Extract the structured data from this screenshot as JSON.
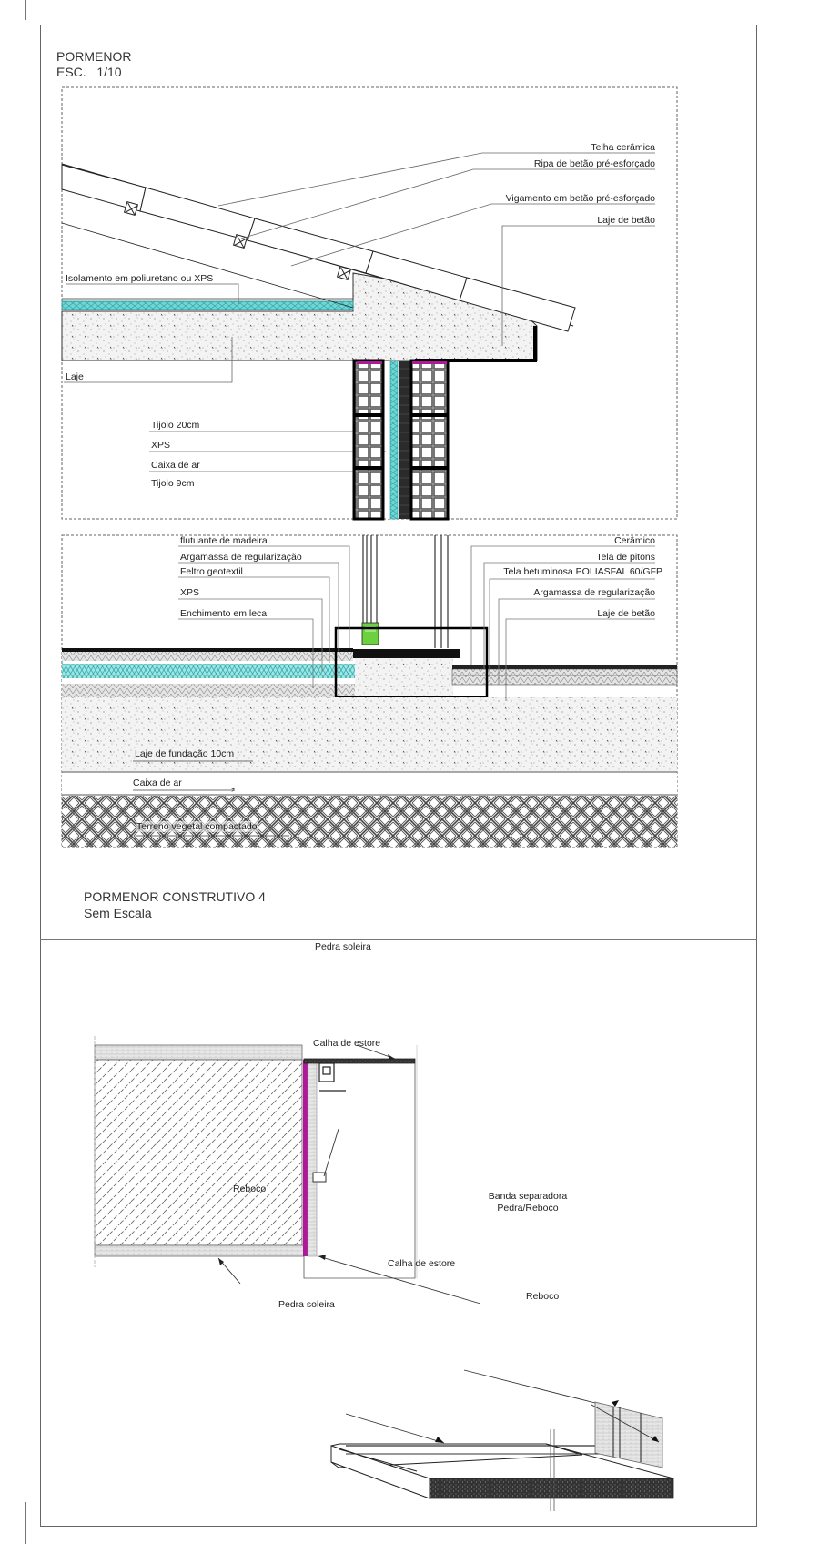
{
  "detail1": {
    "title": "PORMENOR",
    "scale": "ESC.   1/10",
    "roof_labels": {
      "telha": "Telha cerâmica",
      "ripa": "Ripa de betão pré-esforçado",
      "vigamento": "Vigamento em betão pré-esforçado",
      "laje_betao": "Laje de betão",
      "isolamento": "Isolamento em poliuretano ou XPS",
      "laje": "Laje"
    },
    "wall_labels": {
      "tijolo20": "Tijolo 20cm",
      "xps": "XPS",
      "caixa_ar": "Caixa de ar",
      "tijolo9": "Tijolo 9cm"
    },
    "floor_labels_left": {
      "flutuante": "flutuante de madeira",
      "argamassa": "Argamassa de regularização",
      "feltro": "Feltro geotextil",
      "xps": "XPS",
      "enchimento": "Enchimento em leca"
    },
    "floor_labels_right": {
      "ceramico": "Cerâmico",
      "tela_pitons": "Tela de pitons",
      "tela_betuminosa": "Tela betuminosa POLIASFAL 60/GFP",
      "argamassa": "Argamassa de regularização",
      "laje_betao": "Laje de betão"
    },
    "foundation_labels": {
      "laje_fundacao": "Laje de fundação 10cm",
      "caixa_ar": "Caixa de ar",
      "terreno": "Terreno vegetal compactado"
    }
  },
  "detail2": {
    "title": "PORMENOR CONSTRUTIVO 4",
    "scale": "Sem Escala",
    "labels": {
      "pedra_soleira": "Pedra soleira",
      "calha_estore": "Calha de estore",
      "reboco": "Reboco",
      "banda_line1": "Banda separadora",
      "banda_line2": "Pedra/Reboco"
    },
    "iso_labels": {
      "calha_estore": "Calha de estore",
      "reboco": "Reboco",
      "pedra_soleira": "Pedra soleira"
    }
  },
  "colors": {
    "insulation": "#5fd0d0",
    "membrane": "#b0179a",
    "frame_green": "#5cc23a",
    "line": "#222222"
  }
}
